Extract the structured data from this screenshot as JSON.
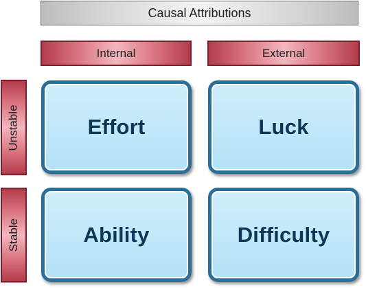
{
  "title": "Causal Attributions",
  "columns": {
    "internal": "Internal",
    "external": "External"
  },
  "rows": {
    "unstable": "Unstable",
    "stable": "Stable"
  },
  "cells": {
    "effort": "Effort",
    "luck": "Luck",
    "ability": "Ability",
    "difficulty": "Difficulty"
  },
  "colors": {
    "header_red": "#b33c4c",
    "header_red_border": "#7d1e2c",
    "cell_border_blue": "#2b6f98",
    "cell_fill_blue": "#c3e8f9",
    "title_gray": "#d6d6d6",
    "cell_text": "#0f3755"
  }
}
